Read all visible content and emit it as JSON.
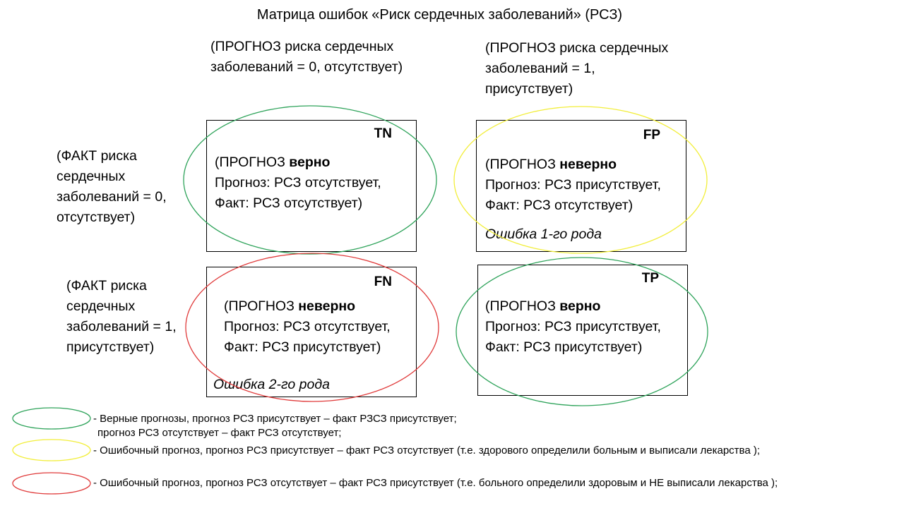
{
  "title": "Матрица ошибок «Риск сердечных заболеваний» (РСЗ)",
  "col_headers": {
    "pred0": [
      "(ПРОГНОЗ риска сердечных",
      "заболеваний = 0, отсутствует)"
    ],
    "pred1": [
      "(ПРОГНОЗ риска сердечных",
      "заболеваний = 1,",
      "присутствует)"
    ]
  },
  "row_headers": {
    "fact0": [
      "(ФАКТ риска",
      "сердечных",
      "заболеваний = 0,",
      "отсутствует)"
    ],
    "fact1": [
      "(ФАКТ риска",
      "сердечных",
      "заболеваний = 1,",
      "присутствует)"
    ]
  },
  "cells": {
    "tn": {
      "code": "TN",
      "head": "(ПРОГНОЗ ",
      "verdict": "верно",
      "line2": "Прогноз: РСЗ отсутствует,",
      "line3": "Факт: РСЗ отсутствует)"
    },
    "fp": {
      "code": "FP",
      "head": "(ПРОГНОЗ ",
      "verdict": "неверно",
      "line2": "Прогноз: РСЗ присутствует,",
      "line3": "Факт: РСЗ отсутствует)",
      "error": "Ошибка 1-го рода"
    },
    "fn": {
      "code": "FN",
      "head": "(ПРОГНОЗ ",
      "verdict": "неверно",
      "line2": "Прогноз: РСЗ отсутствует,",
      "line3": "Факт: РСЗ присутствует)",
      "error": "Ошибка 2-го рода"
    },
    "tp": {
      "code": "TP",
      "head": "(ПРОГНОЗ ",
      "verdict": "верно",
      "line2": "Прогноз: РСЗ присутствует,",
      "line3": "Факт: РСЗ присутствует)"
    }
  },
  "legend": {
    "green": [
      "- Верные прогнозы, прогноз РСЗ присутствует – факт РЗСЗ присутствует;",
      "прогноз РСЗ отсутствует – факт РСЗ отсутствует;"
    ],
    "yellow": "- Ошибочный прогноз, прогноз РСЗ присутствует – факт РСЗ отсутствует (т.е. здорового определили больным и выписали лекарства );",
    "red": "- Ошибочный прогноз, прогноз РСЗ отсутствует – факт РСЗ присутствует (т.е. больного определили здоровым и НЕ выписали лекарства );"
  },
  "colors": {
    "green": "#2ea35a",
    "yellow": "#f2ee3a",
    "red": "#e03b3b",
    "border": "#000000"
  }
}
